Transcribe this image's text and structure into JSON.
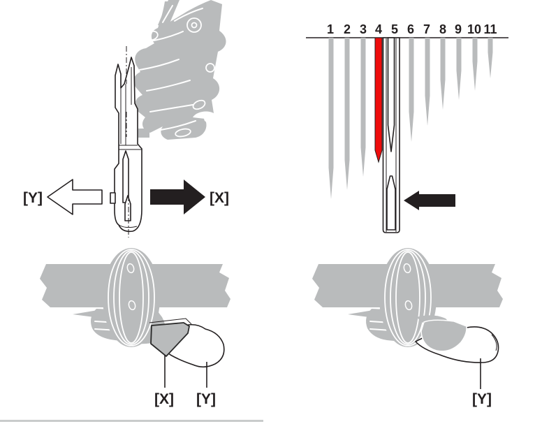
{
  "colors": {
    "gray": "#b9bbbc",
    "red": "#ee0c0c",
    "line": "#231f20",
    "rule": "#c9cbcb"
  },
  "derailleur": {
    "arrow_left_label": "[Y]",
    "arrow_right_label": "[X]"
  },
  "cassette": {
    "sprockets": [
      "1",
      "2",
      "3",
      "4",
      "5",
      "6",
      "7",
      "8",
      "9",
      "10",
      "11"
    ],
    "highlighted_sprocket": "4"
  },
  "shifter_left": {
    "lever_x_label": "[X]",
    "lever_y_label": "[Y]"
  },
  "shifter_right": {
    "lever_y_label": "[Y]"
  }
}
